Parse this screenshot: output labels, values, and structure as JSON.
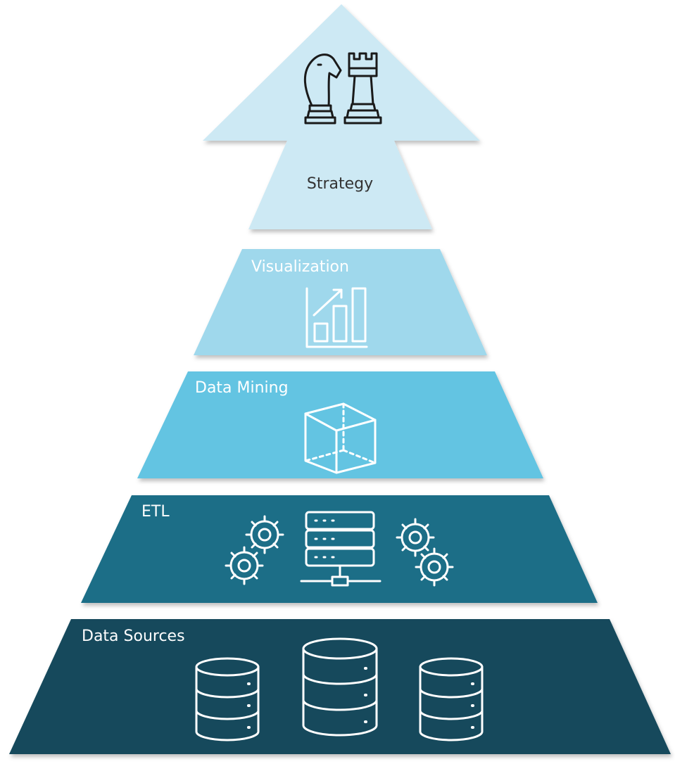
{
  "diagram": {
    "tiers": [
      {
        "id": "strategy",
        "label": "Strategy",
        "color": "#cde9f4",
        "icon": "chess-pieces-icon"
      },
      {
        "id": "visualization",
        "label": "Visualization",
        "color": "#9fd8ec",
        "icon": "bar-chart-growth-icon"
      },
      {
        "id": "data-mining",
        "label": "Data Mining",
        "color": "#64c4e2",
        "icon": "cube-icon"
      },
      {
        "id": "etl",
        "label": "ETL",
        "color": "#1b6e87",
        "icon": "server-gears-icon"
      },
      {
        "id": "data-sources",
        "label": "Data Sources",
        "color": "#12495b",
        "icon": "database-icon"
      }
    ]
  }
}
